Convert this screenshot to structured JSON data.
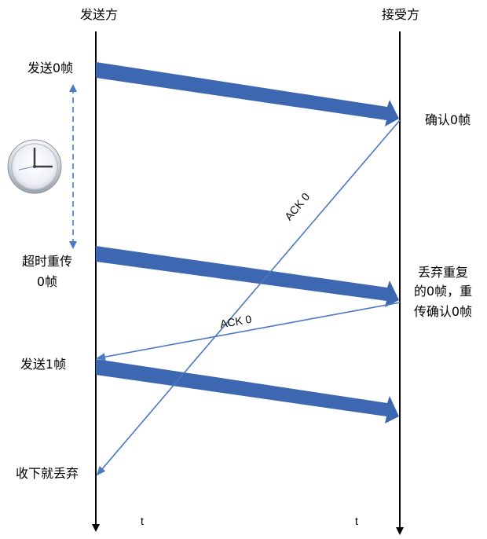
{
  "columns": {
    "sender": "发送方",
    "receiver": "接受方"
  },
  "sender_labels": {
    "send_frame0": "发送0帧",
    "timeout_line1": "超时重传",
    "timeout_line2": "0帧",
    "send_frame1": "发送1帧",
    "discard": "收下就丢弃"
  },
  "receiver_labels": {
    "confirm0": "确认0帧",
    "dup_line1": "丢弃重复",
    "dup_line2": "的0帧，重",
    "dup_line3": "传确认0帧"
  },
  "acks": {
    "first": "ACK 0",
    "second": "ACK 0"
  },
  "time_axis": {
    "sender_t": "t",
    "receiver_t": "t"
  },
  "colors": {
    "frame_arrow": "#3d67b0",
    "ack_line": "#4a78c2",
    "timeline": "#000000"
  },
  "icons": {
    "timer": "clock-icon"
  }
}
